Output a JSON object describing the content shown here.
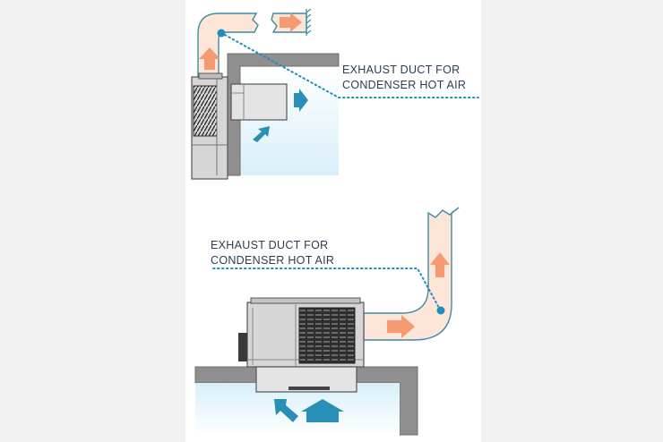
{
  "callouts": {
    "upper": {
      "line1": "EXHAUST DUCT FOR",
      "line2": "CONDENSER HOT AIR"
    },
    "lower": {
      "line1": "EXHAUST DUCT FOR",
      "line2": "CONDENSER HOT AIR"
    }
  },
  "colors": {
    "page_background": "#f2f2f2",
    "canvas": "#ffffff",
    "wall": "#8f8f8f",
    "cold_room": "#dff3fb",
    "duct_fill": "#fde6d8",
    "duct_outline": "#3f8aa6",
    "hot_air_arrow": "#f59a73",
    "cold_air_arrow": "#2a8fb6",
    "callout_dots": "#1f8fb8",
    "unit_body": "#d6d6d6",
    "unit_dark": "#2e2e2e",
    "text": "#2b3d4f"
  },
  "icons": {
    "hot_air": "arrow-icon",
    "cold_air": "arrow-icon"
  }
}
